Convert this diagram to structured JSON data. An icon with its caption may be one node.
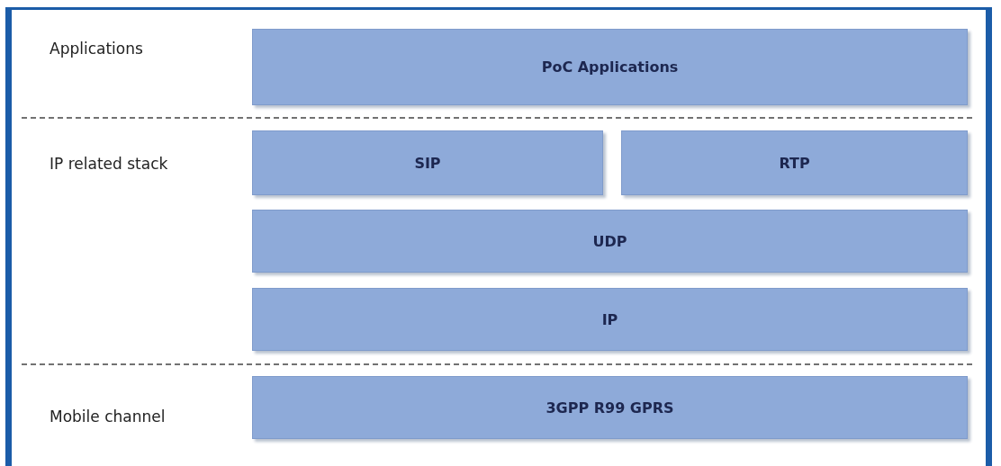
{
  "diagram": {
    "nodes": [
      {
        "text": [
          "PoC Applications"
        ]
      },
      {
        "text": [
          "SIP"
        ]
      },
      {
        "text": [
          "RTP"
        ]
      },
      {
        "text": [
          "UDP"
        ]
      },
      {
        "text": [
          "IP"
        ]
      },
      {
        "text": [
          "3GPP R99 GPRS"
        ]
      }
    ],
    "labels": [
      "Applications",
      "IP related stack",
      "Mobile channel"
    ]
  }
}
